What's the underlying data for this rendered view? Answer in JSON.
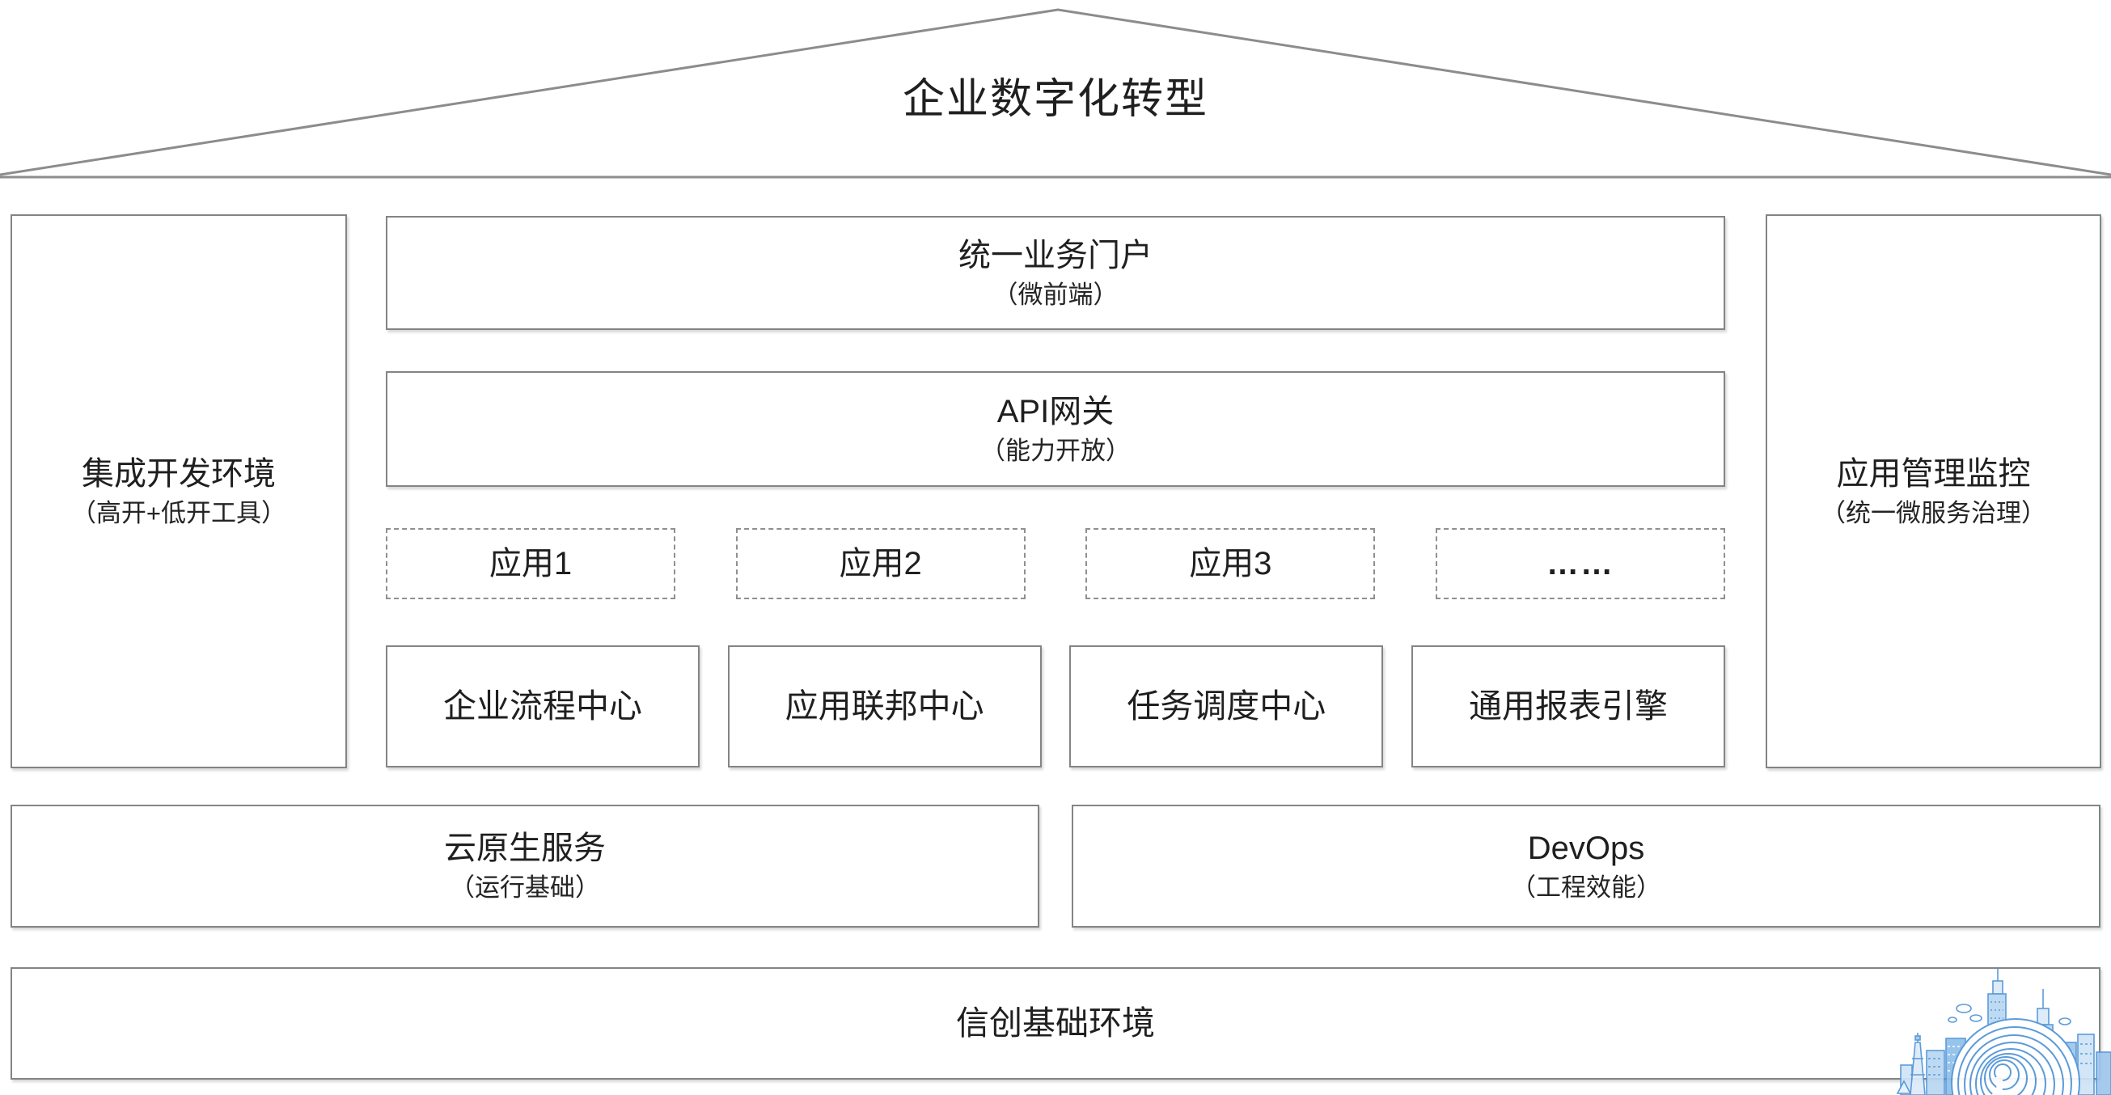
{
  "diagram": {
    "roof": {
      "title": "企业数字化转型"
    },
    "left_pillar": {
      "title": "集成开发环境",
      "subtitle": "（高开+低开工具）"
    },
    "right_pillar": {
      "title": "应用管理监控",
      "subtitle": "（统一微服务治理）"
    },
    "portal": {
      "title": "统一业务门户",
      "subtitle": "（微前端）"
    },
    "api_gateway": {
      "title": "API网关",
      "subtitle": "（能力开放）"
    },
    "apps": [
      {
        "label": "应用1"
      },
      {
        "label": "应用2"
      },
      {
        "label": "应用3"
      },
      {
        "label": "……"
      }
    ],
    "centers": [
      {
        "label": "企业流程中心"
      },
      {
        "label": "应用联邦中心"
      },
      {
        "label": "任务调度中心"
      },
      {
        "label": "通用报表引擎"
      }
    ],
    "foundation": [
      {
        "title": "云原生服务",
        "subtitle": "（运行基础）"
      },
      {
        "title": "DevOps",
        "subtitle": "（工程效能）"
      }
    ],
    "base": {
      "title": "信创基础环境"
    },
    "icons": {
      "watermark": "city-skyline-dome-illustration"
    },
    "colors": {
      "border_gray": "#848484",
      "roof_line": "#8c8c8c",
      "text": "#1f1f1f",
      "watermark_blue": "#4f93d6"
    }
  }
}
